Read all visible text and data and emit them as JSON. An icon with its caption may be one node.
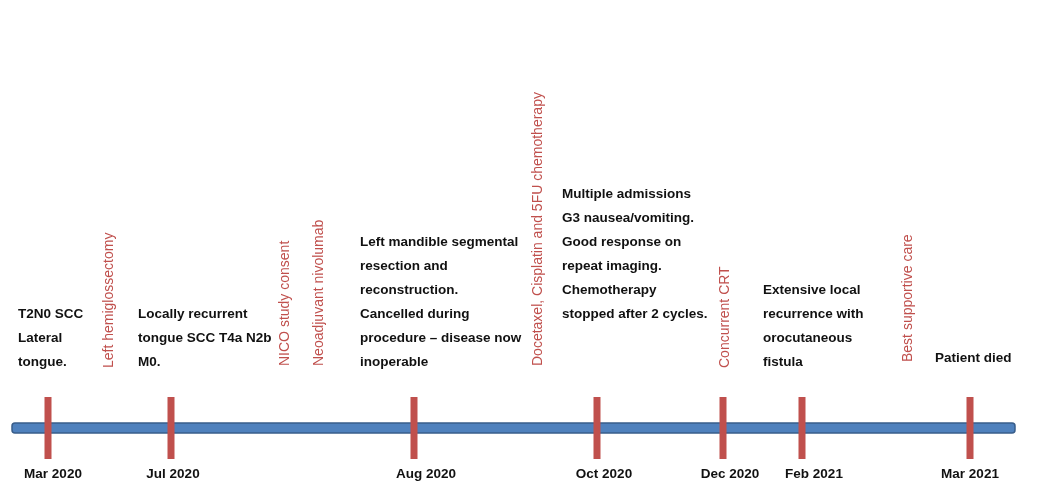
{
  "diagram": {
    "labels": [
      "T2N0 SCC Lateral tongue.",
      "Left hemiglossectomy",
      "Locally recurrent tongue SCC T4a N2b M0.",
      "NICO study consent",
      "Neoadjuvant nivolumab",
      "Left mandible segmental resection and reconstruction. Cancelled during procedure – disease now inoperable",
      "Docetaxel, Cisplatin and 5FU chemotherapy",
      "Multiple admissions G3 nausea/vomiting. Good response on repeat imaging. Chemotherapy stopped after 2 cycles.",
      "Concurrent CRT",
      "Extensive local recurrence with orocutaneous fistula",
      "Best supportive care",
      "Patient died",
      "Mar 2020",
      "Jul 2020",
      "Aug 2020",
      "Oct 2020",
      "Dec 2020",
      "Feb 2021",
      "Mar 2021"
    ]
  }
}
